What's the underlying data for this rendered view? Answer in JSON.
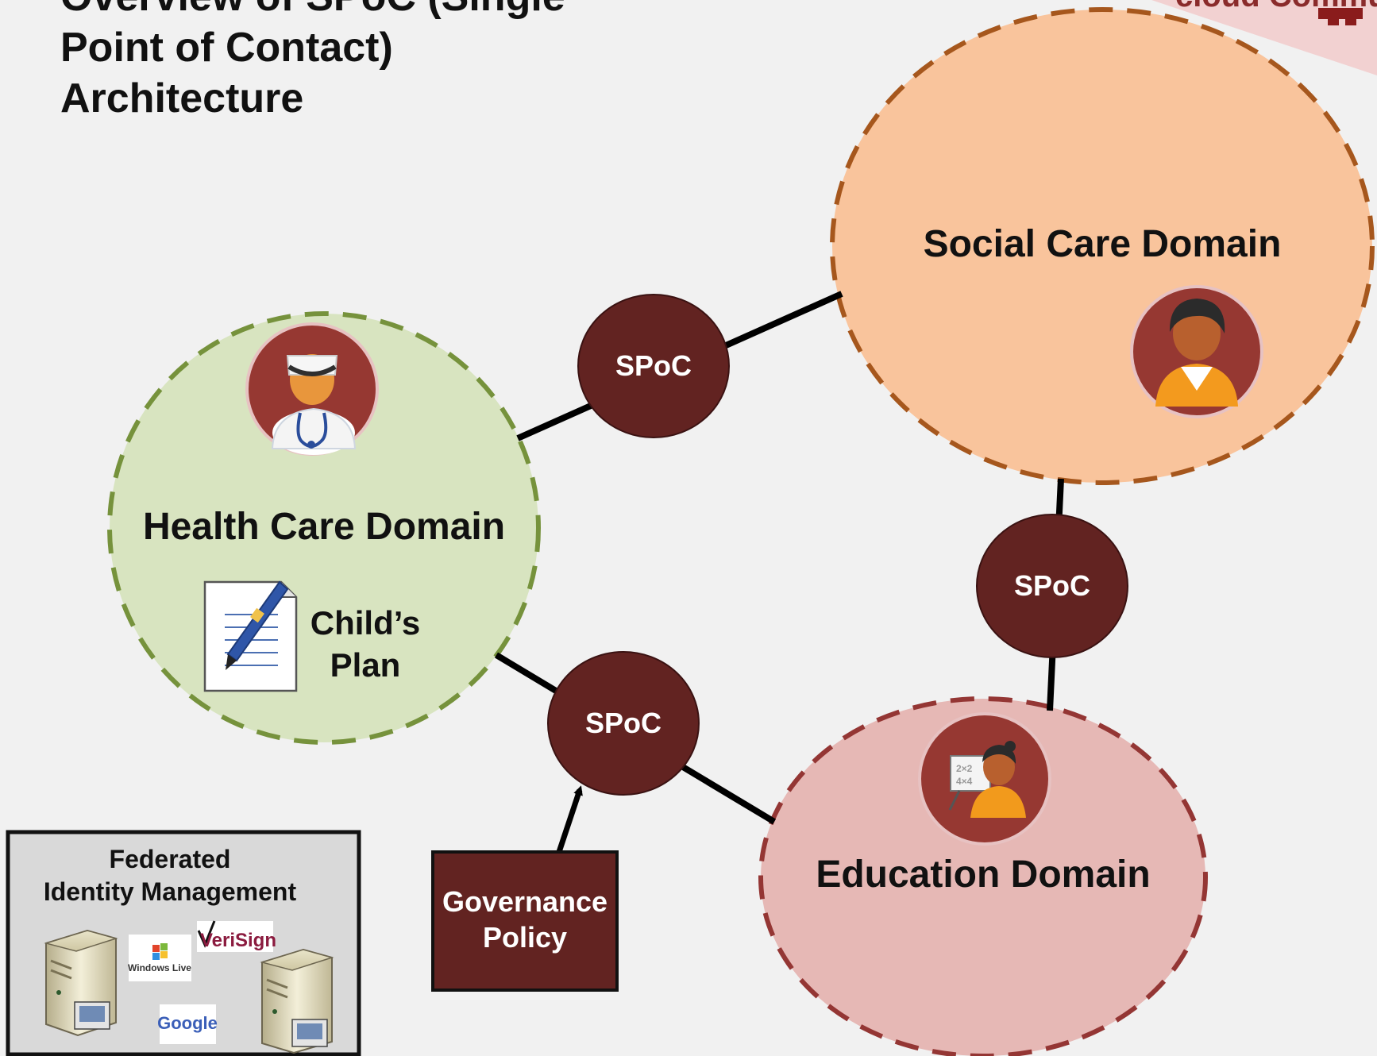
{
  "title_lines": [
    "Overview of SPoC (Single",
    "Point of Contact)",
    "Architecture"
  ],
  "domains": {
    "social": {
      "label": "Social Care Domain"
    },
    "health": {
      "label": "Health Care Domain",
      "document_label_lines": [
        "Child’s",
        "Plan"
      ]
    },
    "education": {
      "label": "Education Domain"
    }
  },
  "spoc_nodes": [
    "SPoC",
    "SPoC",
    "SPoC"
  ],
  "governance": {
    "label_lines": [
      "Governance",
      "Policy"
    ]
  },
  "federated_identity": {
    "title_lines": [
      "Federated",
      "Identity Management"
    ],
    "providers": [
      "Windows Live",
      "VeriSign",
      "Google"
    ]
  },
  "corner_logo_text": "cloud Commun",
  "colors": {
    "background": "#f1f1f1",
    "spoc_fill": "#622321",
    "social_fill": "#f9c49c",
    "social_border": "#a6571d",
    "health_fill": "#d8e4c0",
    "health_border": "#76923c",
    "education_fill": "#e6b8b5",
    "education_border": "#943634",
    "avatar_fill": "#963832",
    "fim_box_fill": "#d9d9d9"
  },
  "icons": [
    "doctor-icon",
    "caregiver-icon",
    "teacher-icon",
    "document-pen-icon",
    "server-icon"
  ]
}
